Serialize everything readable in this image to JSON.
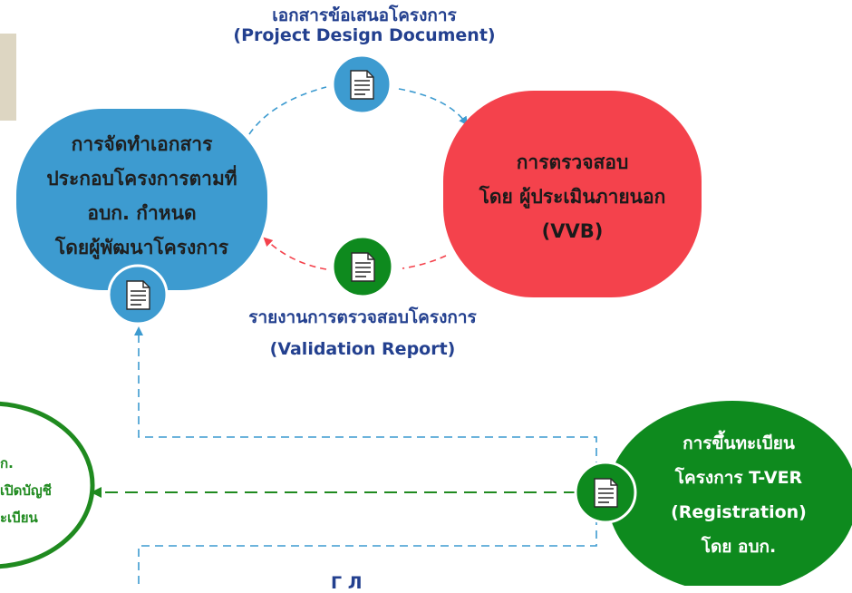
{
  "pdd_caption": {
    "line1": "เอกสารข้อเสนอโครงการ",
    "line2": "(Project Design Document)"
  },
  "blue_node": {
    "lines": [
      "การจัดทำเอกสาร",
      "ประกอบโครงการตามที่",
      "อบก. กำหนด",
      "โดยผู้พัฒนาโครงการ"
    ],
    "color": "#3d9bd0"
  },
  "red_node": {
    "lines": [
      "การตรวจสอบ",
      "โดย ผู้ประเมินภายนอก",
      "(VVB)"
    ],
    "color": "#f4424c"
  },
  "validation_caption": {
    "line1": "รายงานการตรวจสอบโครงการ",
    "line2": "(Validation Report)"
  },
  "green_node": {
    "lines": [
      "การขึ้นทะเบียน",
      "โครงการ T-VER",
      "(Registration)",
      "โดย อบก."
    ],
    "color": "#0e8a1e"
  },
  "left_node": {
    "lines": [
      "ก.",
      "เปิดบัญชี",
      "ะเบียน"
    ],
    "color": "#1f8a1f"
  },
  "bottom_partial_caption": "Г           Л",
  "doc_icon_colors": {
    "blue": "#3d9bd0",
    "green": "#0e8a1e"
  },
  "arrow_colors": {
    "blue": "#3d9bd0",
    "red": "#f4424c",
    "green": "#1f8a1f"
  }
}
